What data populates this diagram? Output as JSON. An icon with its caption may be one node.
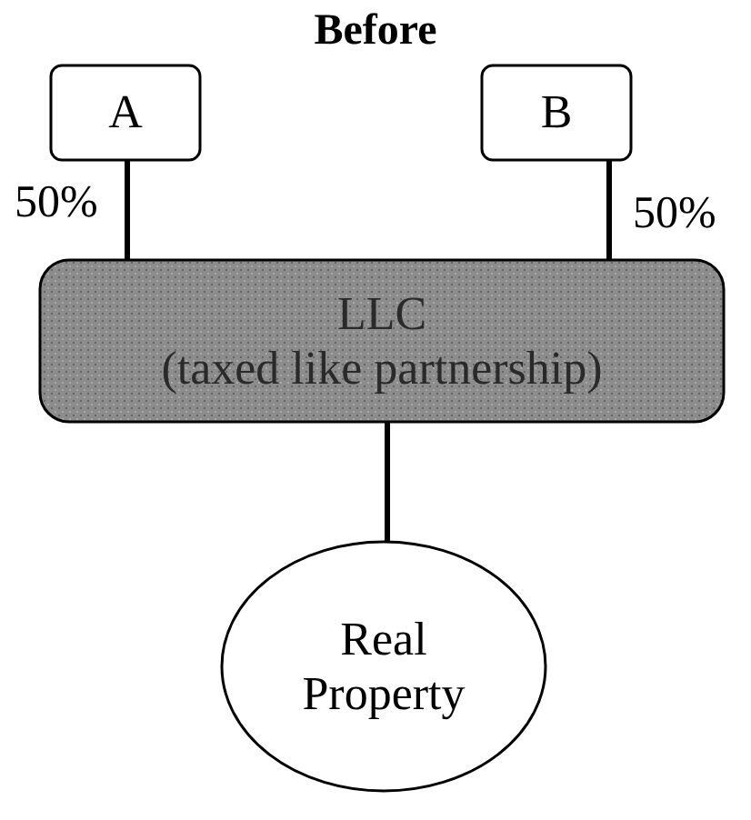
{
  "diagram": {
    "title": "Before",
    "nodes": [
      {
        "text": [
          "A"
        ]
      },
      {
        "text": [
          "B"
        ]
      },
      {
        "text": [
          "LLC",
          "(taxed like partnership)"
        ]
      },
      {
        "text": [
          "Real Property"
        ]
      }
    ],
    "edges": [
      {
        "from": 0,
        "to": 2,
        "arrow": "none",
        "label": "50%"
      },
      {
        "from": 1,
        "to": 2,
        "arrow": "none",
        "label": "50%"
      },
      {
        "from": 2,
        "to": 3,
        "arrow": "none"
      }
    ]
  }
}
